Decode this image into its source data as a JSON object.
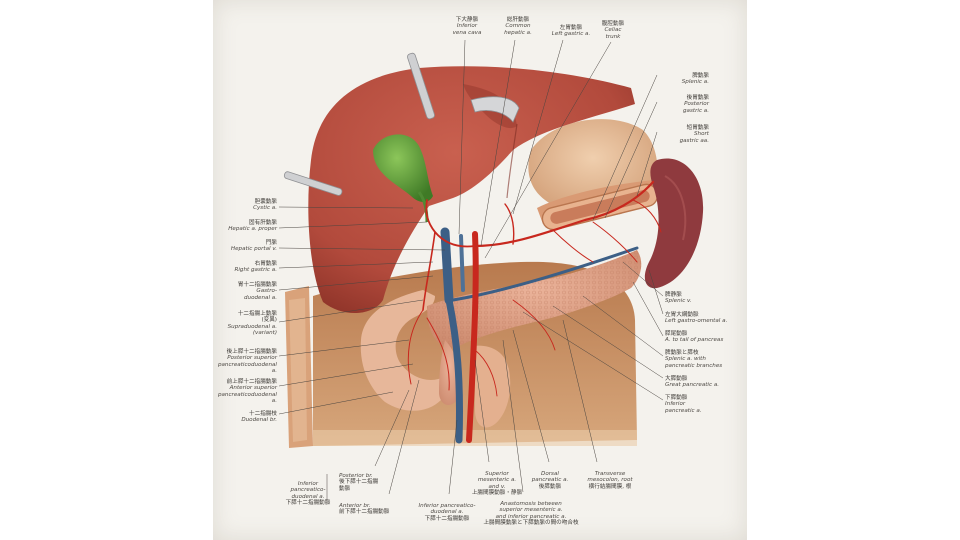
{
  "colors": {
    "page": "#f4f2ed",
    "liver": "#b24a3c",
    "liver_dark": "#8f3429",
    "gallbladder": "#5e9a3a",
    "stomach": "#e2b48f",
    "pancreas": "#e0a48a",
    "spleen": "#8f3a3e",
    "artery": "#c8281e",
    "vein": "#3c5f86",
    "duodenum": "#e7b79a",
    "background_tissue": "#c98e60",
    "abdominal_wall": "#d9a27a"
  },
  "labels": {
    "top": [
      {
        "ja": "下大静脈",
        "en": "Inferior\nvena cava"
      },
      {
        "ja": "総肝動脈",
        "en": "Common\nhepatic a."
      },
      {
        "ja": "左胃動脈",
        "en": "Left gastric a."
      },
      {
        "ja": "腹腔動脈",
        "en": "Celiac\ntrunk"
      }
    ],
    "left": [
      {
        "ja": "胆嚢動脈",
        "en": "Cystic a."
      },
      {
        "ja": "固有肝動脈",
        "en": "Hepatic a. proper"
      },
      {
        "ja": "門脈",
        "en": "Hepatic portal v."
      },
      {
        "ja": "右胃動脈",
        "en": "Right gastric a."
      },
      {
        "ja": "胃十二指腸動脈",
        "en": "Gastro-\nduodenal a."
      },
      {
        "ja": "十二指腸上動脈\n(変異)",
        "en": "Supraduodenal a.\n(variant)"
      },
      {
        "ja": "後上膵十二指腸動脈",
        "en": "Posterior superior\npancreaticoduodenal a."
      },
      {
        "ja": "前上膵十二指腸動脈",
        "en": "Anterior superior\npancreaticoduodenal a."
      },
      {
        "ja": "十二指腸枝",
        "en": "Duodenal br."
      }
    ],
    "right": [
      {
        "ja": "脾動脈",
        "en": "Splenic a."
      },
      {
        "ja": "後胃動脈",
        "en": "Posterior\ngastric a."
      },
      {
        "ja": "短胃動脈",
        "en": "Short\ngastric aa."
      },
      {
        "ja": "脾静脈",
        "en": "Splenic v."
      },
      {
        "ja": "左胃大網動脈",
        "en": "Left gastro-omental a."
      },
      {
        "ja": "膵尾動脈",
        "en": "A. to tail of pancreas"
      },
      {
        "ja": "脾動脈と膵枝",
        "en": "Splenic a. with\npancreatic branches"
      },
      {
        "ja": "大膵動脈",
        "en": "Great pancreatic a."
      },
      {
        "ja": "下膵動脈",
        "en": "Inferior\npancreatic a."
      }
    ],
    "bottom": {
      "inf_pd": {
        "en": "Inferior\npancreatico-\nduodenal a.",
        "ja": "下膵十二指腸動脈"
      },
      "posterior_br": {
        "en": "Posterior br.",
        "ja": "後下膵十二指腸\n動脈"
      },
      "anterior_br": {
        "en": "Anterior br.",
        "ja": "前下膵十二指腸動脈"
      },
      "inf_pd_2": {
        "en": "Inferior pancreatico-\nduodenal a.",
        "ja": "下膵十二指腸動脈"
      },
      "sma": {
        "en": "Superior\nmesenteric a.\nand v.",
        "ja": "上腸間膜動脈・静脈"
      },
      "anastomosis": {
        "en": "Anastomosis between\nsuperior mesenteric a.\nand inferior pancreatic a.",
        "ja": "上腸間膜動脈と下膵動脈の間の吻合枝"
      },
      "dorsal": {
        "en": "Dorsal\npancreatic a.",
        "ja": "後膵動脈"
      },
      "transverse": {
        "en": "Transverse\nmesocolon, root",
        "ja": "横行結腸間膜, 根"
      }
    }
  }
}
